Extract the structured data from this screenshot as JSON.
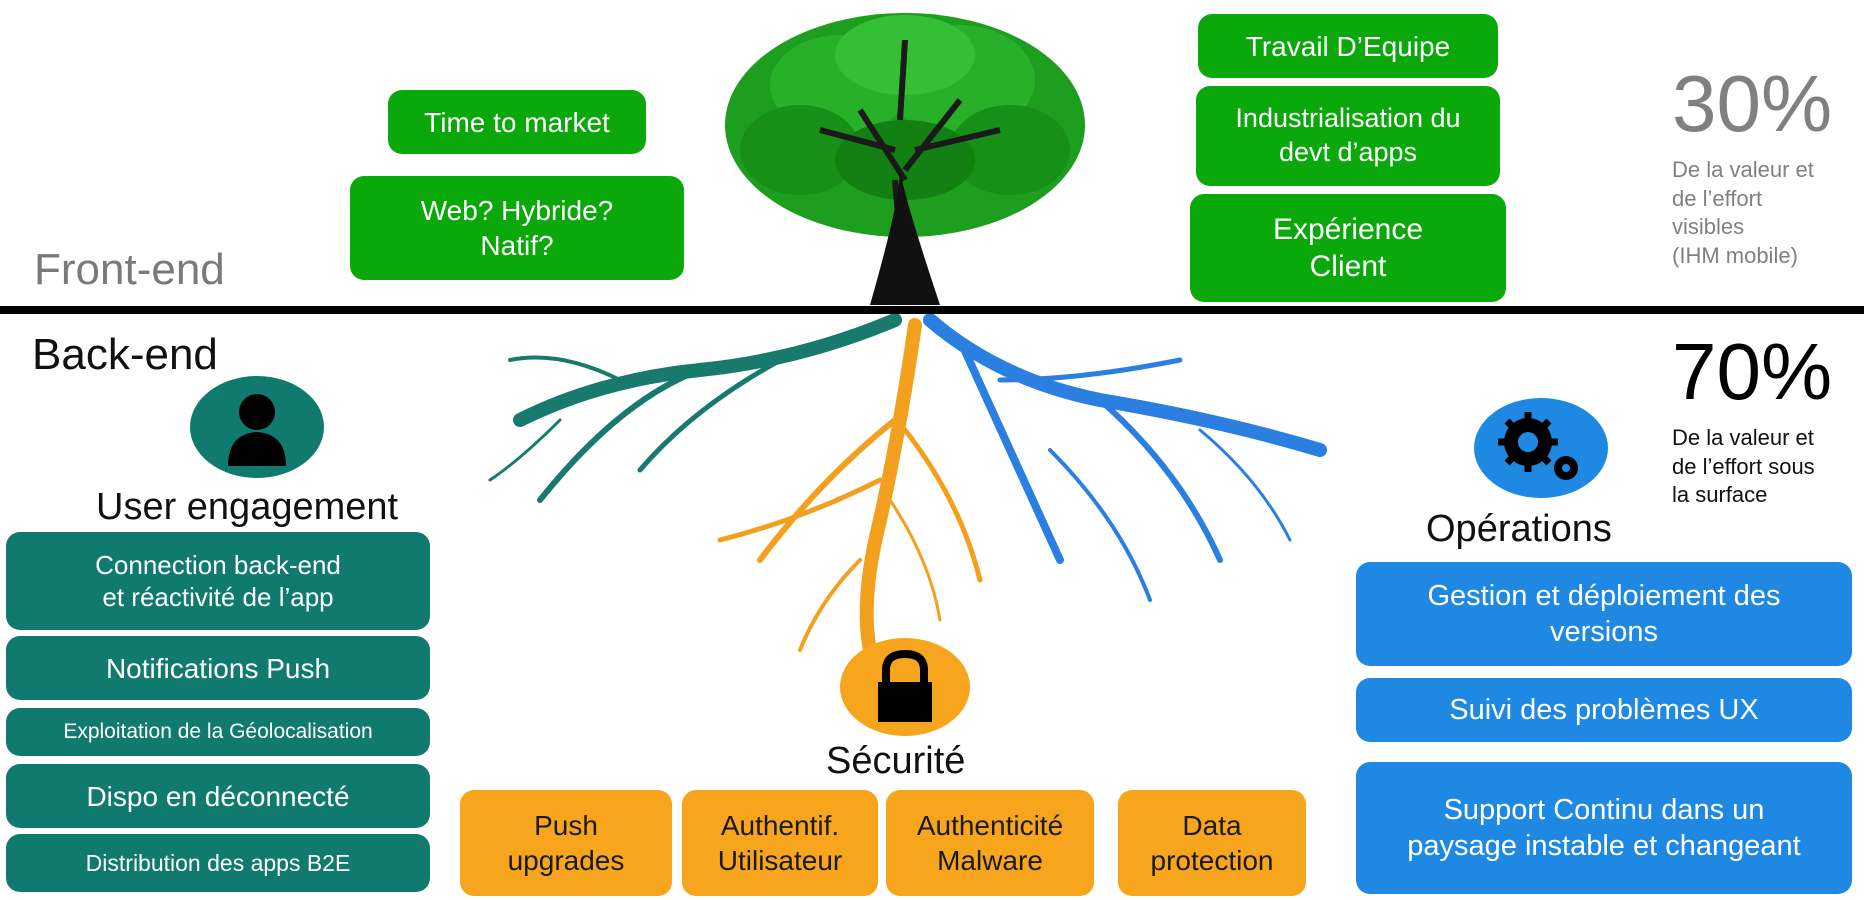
{
  "colors": {
    "front": "#0aa80a",
    "engagement": "#117a6e",
    "operations": "#1f88e3",
    "security": "#f7a51c",
    "divider": "#000000"
  },
  "front_end": {
    "label": "Front-end",
    "left_boxes": [
      "Time to market",
      "Web? Hybride?\nNatif?"
    ],
    "right_boxes": [
      "Travail D’Equipe",
      "Industrialisation du\ndevt  d’apps",
      "Expérience\nClient"
    ],
    "percent": "30%",
    "percent_desc": "De la valeur et\nde l’effort\nvisibles\n(IHM mobile)"
  },
  "back_end": {
    "label": "Back-end",
    "percent": "70%",
    "percent_desc": "De la valeur et\nde l’effort sous\nla surface"
  },
  "user_engagement": {
    "title": "User engagement",
    "icon": "user-icon",
    "items": [
      "Connection back-end\net réactivité de l’app",
      "Notifications Push",
      "Exploitation de la Géolocalisation",
      "Dispo en déconnecté",
      "Distribution des apps B2E"
    ]
  },
  "securite": {
    "title": "Sécurité",
    "icon": "lock-icon",
    "items": [
      "Push\nupgrades",
      "Authentif.\nUtilisateur",
      "Authenticité\nMalware",
      "Data\nprotection"
    ]
  },
  "operations": {
    "title": "Opérations",
    "icon": "gears-icon",
    "items": [
      "Gestion et déploiement des\nversions",
      "Suivi des problèmes UX",
      "Support Continu dans un\npaysage instable et changeant"
    ]
  }
}
